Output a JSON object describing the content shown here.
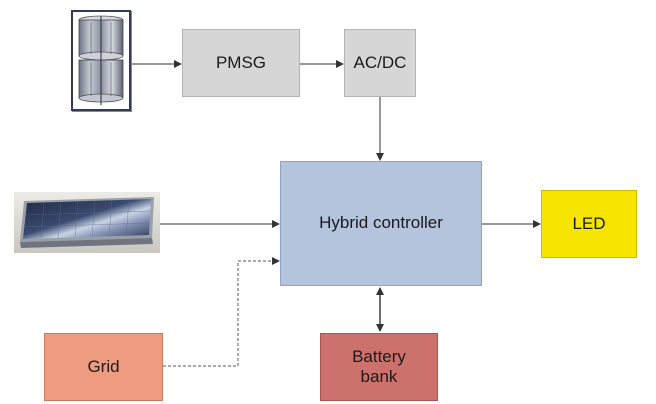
{
  "nodes": {
    "pmsg": "PMSG",
    "acdc": "AC/DC",
    "hybrid": "Hybrid controller",
    "led": "LED",
    "grid": "Grid",
    "battery_line1": "Battery",
    "battery_line2": "bank"
  },
  "pictures": {
    "wind_turbine": "vertical-axis-wind-turbine",
    "solar_panel": "solar-panel"
  },
  "colors": {
    "converter_box": "#d6d6d6",
    "controller_box": "#b3c4dc",
    "led_box": "#f5e500",
    "grid_box": "#ee9b80",
    "battery_box": "#cd716c",
    "connector": "#333333"
  }
}
